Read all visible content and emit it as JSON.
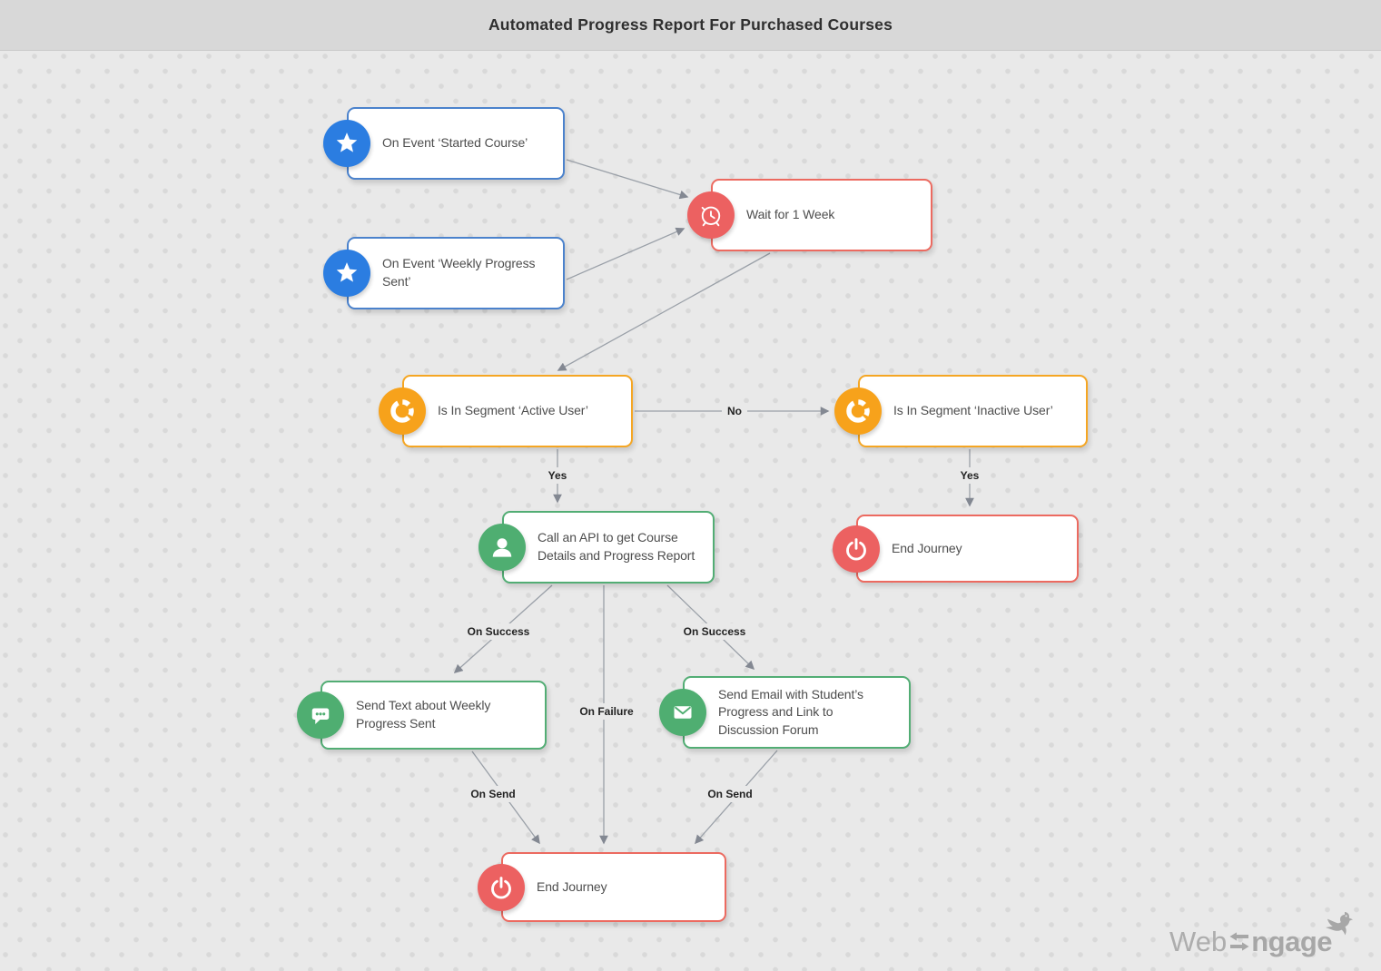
{
  "header": {
    "title": "Automated Progress Report For Purchased Courses"
  },
  "nodes": {
    "event_started": {
      "label": "On Event ‘Started Course’",
      "icon": "star-icon",
      "color": "#2b7de1"
    },
    "event_weekly": {
      "label": "On Event ‘Weekly Progress Sent’",
      "icon": "star-icon",
      "color": "#2b7de1"
    },
    "wait_week": {
      "label": "Wait for 1 Week",
      "icon": "alarm-clock-icon",
      "color": "#ec6161"
    },
    "segment_active": {
      "label": "Is In Segment ‘Active User’",
      "icon": "segment-donut-icon",
      "color": "#f7a21b"
    },
    "segment_inactive": {
      "label": "Is In Segment ‘Inactive User’",
      "icon": "segment-donut-icon",
      "color": "#f7a21b"
    },
    "call_api": {
      "label": "Call an API to get Course Details and Progress Report",
      "icon": "user-icon",
      "color": "#4fae71"
    },
    "end_journey_right": {
      "label": "End Journey",
      "icon": "power-icon",
      "color": "#ec6161"
    },
    "send_text": {
      "label": "Send Text about Weekly Progress Sent",
      "icon": "chat-bubble-icon",
      "color": "#4fae71"
    },
    "send_email": {
      "label": "Send Email with Student’s Progress and Link to Discussion Forum",
      "icon": "envelope-icon",
      "color": "#4fae71"
    },
    "end_journey_bottom": {
      "label": "End Journey",
      "icon": "power-icon",
      "color": "#ec6161"
    }
  },
  "edge_labels": {
    "no": "No",
    "yes_left": "Yes",
    "yes_right": "Yes",
    "on_success_left": "On Success",
    "on_success_right": "On Success",
    "on_failure": "On Failure",
    "on_send_left": "On Send",
    "on_send_right": "On Send"
  },
  "colors": {
    "event_blue": "#2b7de1",
    "wait_end_red": "#ec6161",
    "segment_orange": "#f7a21b",
    "action_green": "#4fae71",
    "edge_gray": "#9aa0a8",
    "canvas_bg": "#e9e9e9",
    "header_bg": "#d8d8d8"
  },
  "watermark": {
    "text_light": "Web",
    "text_bold": "ngage"
  }
}
